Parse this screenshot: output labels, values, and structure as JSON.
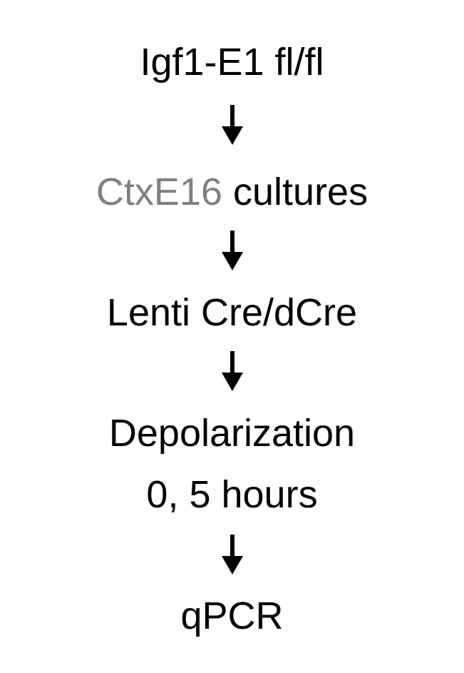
{
  "flowchart": {
    "steps": [
      {
        "parts": [
          {
            "text": "Igf1-E1 fl/fl"
          }
        ]
      },
      {
        "parts": [
          {
            "text": "CtxE16"
          },
          {
            "text": " cultures"
          }
        ]
      },
      {
        "parts": [
          {
            "text": "Lenti Cre/dCre"
          }
        ]
      },
      {
        "parts": [
          {
            "text": "Depolarization"
          }
        ]
      },
      {
        "parts": [
          {
            "text": "0, 5 hours"
          }
        ]
      },
      {
        "parts": [
          {
            "text": "qPCR"
          }
        ]
      }
    ],
    "colors": {
      "text": "#000000",
      "highlight": "#808080",
      "arrow": "#000000"
    },
    "arrow_icon": "down-arrow-icon"
  }
}
